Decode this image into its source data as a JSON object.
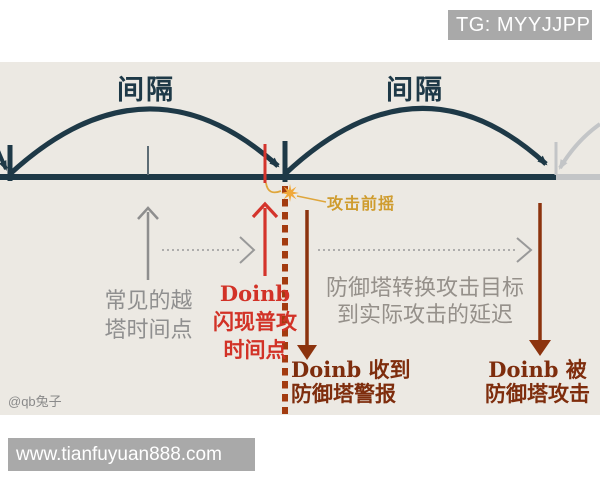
{
  "header": {
    "tg_badge": "TG: MYYJJPP"
  },
  "footer": {
    "website": "www.tianfuyuan888.com"
  },
  "watermark": "@qb兔子",
  "diagram": {
    "interval_label_1": "间隔",
    "interval_label_2": "间隔",
    "attack_windup_label": "攻击前摇",
    "common_dive": {
      "line1": "常见的越",
      "line2": "塔时间点"
    },
    "doinb_flash": {
      "line1": "Doinb",
      "line2": "闪现普攻",
      "line3": "时间点"
    },
    "tower_delay": {
      "line1": "防御塔转换攻击目标",
      "line2": "到实际攻击的延迟"
    },
    "doinb_alert": {
      "line1": "Doinb 收到",
      "line2": "防御塔警报"
    },
    "doinb_attacked": {
      "line1": "Doinb 被",
      "line2": "防御塔攻击"
    },
    "colors": {
      "background_beige": "#ece9e3",
      "timeline_navy": "#1e3947",
      "red_accent": "#d4342c",
      "dashed_maroon": "#a33b10",
      "arrow_maroon": "#8c330e",
      "text_maroon": "#7e2d0d",
      "windup_yellow": "#e2a93c",
      "gray": "#8e8e8e",
      "future_gray": "#c3c5c7",
      "badge_gray": "#a9a9a9"
    }
  }
}
